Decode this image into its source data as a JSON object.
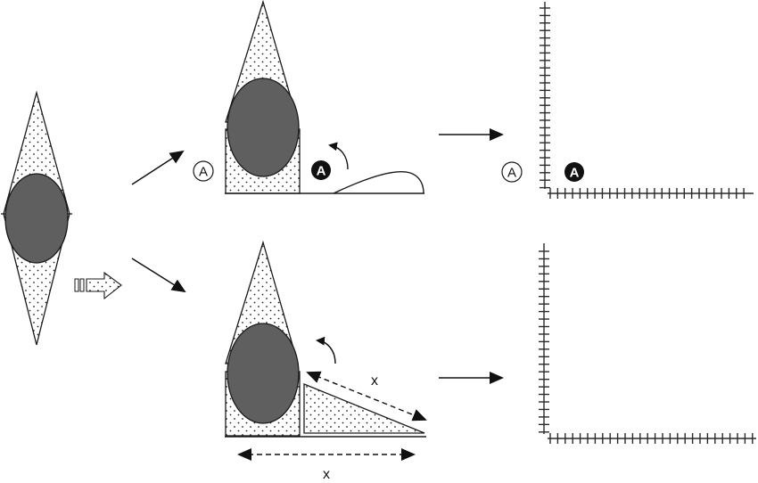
{
  "diagram": {
    "labels": {
      "upper_open_circle": "A",
      "upper_filled_circle": "A",
      "graph1_open_circle": "A",
      "graph1_filled_circle": "A",
      "slanted_length": "x",
      "base_length": "x"
    },
    "colors": {
      "stroke": "#1a1a1a",
      "ellipse_fill": "#5f5f5f",
      "dot_fill": "#222222",
      "background": "#ffffff"
    },
    "icons": {
      "dotted_arrow": "block-arrow-right-icon",
      "arrows": "arrow-right-icon"
    }
  }
}
